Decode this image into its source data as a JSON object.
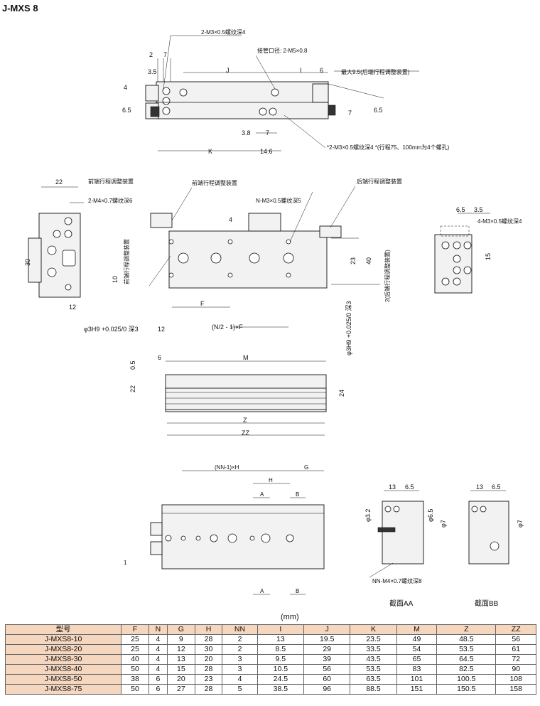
{
  "title": "J-MXS 8",
  "unit": "(mm)",
  "labels": {
    "top_m3": "2-M3×0.5螺纹深4",
    "port": "接管口径: 2-M5×0.8",
    "max_adjust": "最大9.5(后端行程调整装置)",
    "bottom_m3": "*2-M3×0.5螺纹深4  *(行程75、100mm为4个螺孔)",
    "front_adjust1": "前端行程调整装置",
    "front_adjust2": "前端行程调整装置",
    "rear_adjust": "后端行程调整装置",
    "m4_side": "2-M4×0.7螺纹深6",
    "nm3": "N-M3×0.5螺纹深5",
    "front_adjust_vert": "前端行程调整装置",
    "rear_adjust_vert": "2(后端行程调整装置)",
    "m3_right": "4-M3×0.5螺纹深4",
    "h9_left": "φ3H9 +0.025/0 深3",
    "h9_right": "φ3H9 +0.025/0 深3",
    "nf_formula": "(N/2 - 1)×F",
    "nnh_formula": "(NN-1)×H",
    "nn_m4": "NN-M4×0.7螺纹深8",
    "section_aa": "截面AA",
    "section_bb": "截面BB"
  },
  "dims": [
    "2",
    "7",
    "3.5",
    "J",
    "I",
    "6",
    "4",
    "6.5",
    "7",
    "6.5",
    "3.8",
    "7",
    "K",
    "14.6",
    "22",
    "30",
    "12",
    "10",
    "4",
    "23",
    "40",
    "F",
    "12",
    "6.5",
    "3.5",
    "15",
    "6",
    "M",
    "0.5",
    "22",
    "24",
    "Z",
    "ZZ",
    "G",
    "H",
    "A",
    "B",
    "A",
    "B",
    "1",
    "13",
    "6.5",
    "φ3.2",
    "φ6.5",
    "φ7",
    "13",
    "6.5",
    "φ7"
  ],
  "table": {
    "headers": [
      "型号",
      "F",
      "N",
      "G",
      "H",
      "NN",
      "I",
      "J",
      "K",
      "M",
      "Z",
      "ZZ"
    ],
    "rows": [
      [
        "J-MXS8-10",
        "25",
        "4",
        "9",
        "28",
        "2",
        "13",
        "19.5",
        "23.5",
        "49",
        "48.5",
        "56"
      ],
      [
        "J-MXS8-20",
        "25",
        "4",
        "12",
        "30",
        "2",
        "8.5",
        "29",
        "33.5",
        "54",
        "53.5",
        "61"
      ],
      [
        "J-MXS8-30",
        "40",
        "4",
        "13",
        "20",
        "3",
        "9.5",
        "39",
        "43.5",
        "65",
        "64.5",
        "72"
      ],
      [
        "J-MXS8-40",
        "50",
        "4",
        "15",
        "28",
        "3",
        "10.5",
        "56",
        "53.5",
        "83",
        "82.5",
        "90"
      ],
      [
        "J-MXS8-50",
        "38",
        "6",
        "20",
        "23",
        "4",
        "24.5",
        "60",
        "63.5",
        "101",
        "100.5",
        "108"
      ],
      [
        "J-MXS8-75",
        "50",
        "6",
        "27",
        "28",
        "5",
        "38.5",
        "96",
        "88.5",
        "151",
        "150.5",
        "158"
      ]
    ]
  },
  "colors": {
    "header_bg": "#f5d6bf",
    "line": "#111111",
    "body_fill": "#f2f2f2"
  }
}
